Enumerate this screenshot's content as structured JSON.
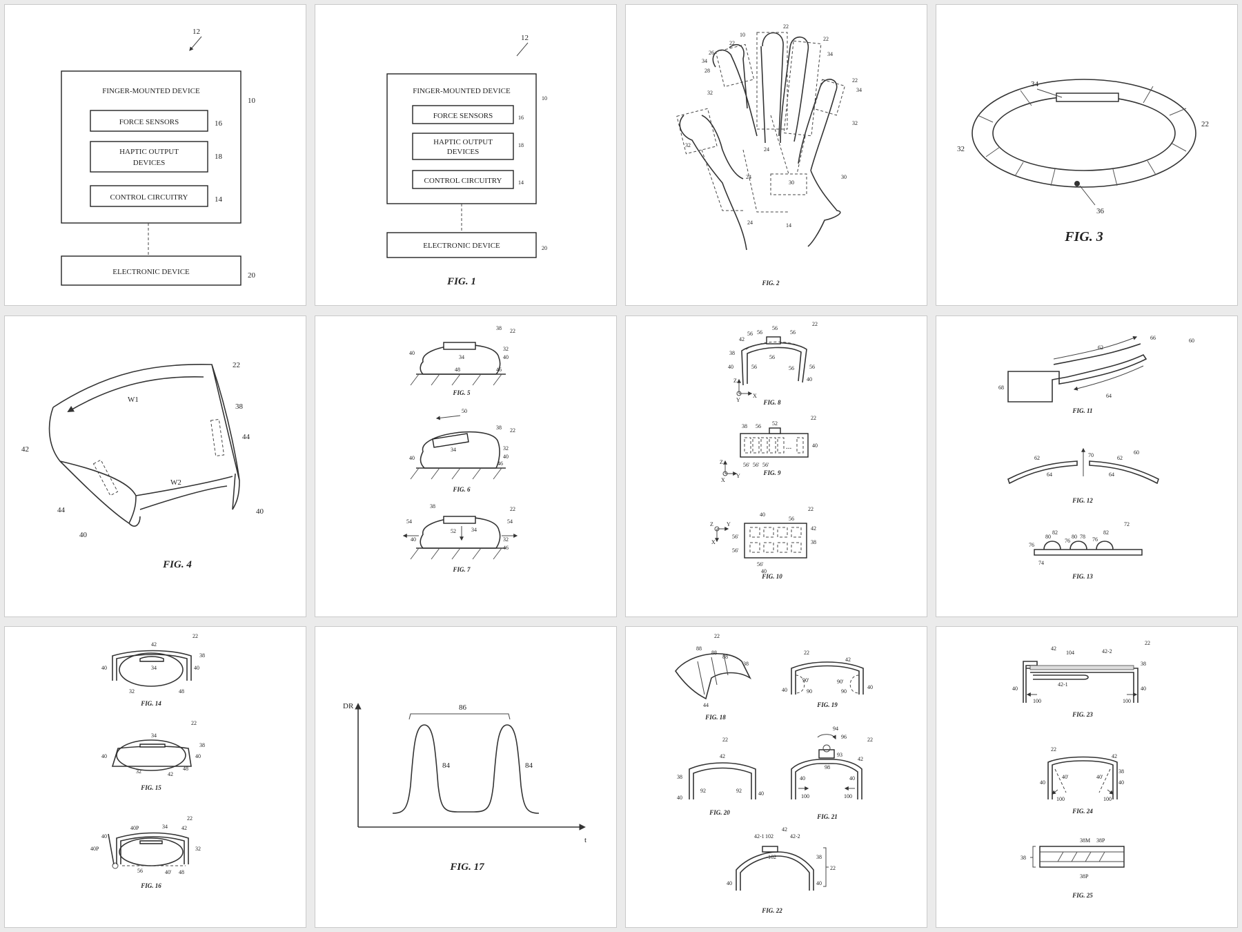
{
  "fig1a": {
    "ref": "12",
    "device": "FINGER-MOUNTED DEVICE",
    "device_ref": "10",
    "force": "FORCE SENSORS",
    "force_ref": "16",
    "haptic1": "HAPTIC OUTPUT",
    "haptic2": "DEVICES",
    "haptic_ref": "18",
    "control": "CONTROL CIRCUITRY",
    "control_ref": "14",
    "electronic": "ELECTRONIC DEVICE",
    "electronic_ref": "20"
  },
  "fig1": {
    "ref": "12",
    "device": "FINGER-MOUNTED DEVICE",
    "device_ref": "10",
    "force": "FORCE SENSORS",
    "force_ref": "16",
    "haptic1": "HAPTIC OUTPUT",
    "haptic2": "DEVICES",
    "haptic_ref": "18",
    "control": "CONTROL CIRCUITRY",
    "control_ref": "14",
    "electronic": "ELECTRONIC DEVICE",
    "electronic_ref": "20",
    "caption": "FIG. 1"
  },
  "fig2": {
    "caption": "FIG. 2",
    "r10": "10",
    "r22": "22",
    "r26": "26",
    "r28": "28",
    "r34": "34",
    "r32": "32",
    "r24": "24",
    "r30": "30",
    "r14": "14"
  },
  "fig3": {
    "caption": "FIG. 3",
    "r34": "34",
    "r22": "22",
    "r32": "32",
    "r36": "36"
  },
  "fig4": {
    "caption": "FIG. 4",
    "r22": "22",
    "r38": "38",
    "w1": "W1",
    "w2": "W2",
    "r42": "42",
    "r44": "44",
    "r40": "40"
  },
  "fig5": {
    "caption": "FIG. 5",
    "r38": "38",
    "r22": "22",
    "r34": "34",
    "r32": "32",
    "r40": "40",
    "r48": "48",
    "r46": "46"
  },
  "fig6": {
    "caption": "FIG. 6",
    "r50": "50",
    "r38": "38",
    "r22": "22",
    "r34": "34",
    "r32": "32",
    "r40": "40",
    "r46": "46"
  },
  "fig7": {
    "caption": "FIG. 7",
    "r38": "38",
    "r22": "22",
    "r54": "54",
    "r52": "52",
    "r34": "34",
    "r40": "40",
    "r32": "32",
    "r46": "46"
  },
  "fig8": {
    "caption": "FIG. 8",
    "r22": "22",
    "r56": "56",
    "r42": "42",
    "r38": "38",
    "r40": "40",
    "z": "Z",
    "x": "X",
    "y": "Y"
  },
  "fig9": {
    "caption": "FIG. 9",
    "r22": "22",
    "r52": "52",
    "r38": "38",
    "r56": "56",
    "r40": "40",
    "r56p": "56'",
    "z": "Z",
    "x": "X",
    "y": "Y",
    "ellipsis": "..."
  },
  "fig10": {
    "caption": "FIG. 10",
    "r40": "40",
    "r22": "22",
    "r56": "56",
    "r42": "42",
    "r38": "38",
    "r56p": "56'",
    "z": "Z",
    "x": "X",
    "y": "Y"
  },
  "fig11": {
    "caption": "FIG. 11",
    "r62": "62",
    "r66": "66",
    "r60": "60",
    "r68": "68",
    "r64": "64"
  },
  "fig12": {
    "caption": "FIG. 12",
    "r62": "62",
    "r70": "70",
    "r60": "60",
    "r64": "64"
  },
  "fig13": {
    "caption": "FIG. 13",
    "r82": "82",
    "r80": "80",
    "r78": "78",
    "r76": "76",
    "r72": "72",
    "r74": "74"
  },
  "fig14": {
    "caption": "FIG. 14",
    "r22": "22",
    "r42": "42",
    "r38": "38",
    "r34": "34",
    "r40": "40",
    "r32": "32",
    "r48": "48"
  },
  "fig15": {
    "caption": "FIG. 15",
    "r22": "22",
    "r34": "34",
    "r38": "38",
    "r40": "40",
    "r32": "32",
    "r42": "42",
    "r48": "48"
  },
  "fig16": {
    "caption": "FIG. 16",
    "r22": "22",
    "r40p": "40P",
    "r34": "34",
    "r42": "42",
    "r40": "40",
    "r32": "32",
    "r56": "56",
    "r40p2": "40'",
    "r48": "48"
  },
  "fig17": {
    "caption": "FIG. 17",
    "ylabel": "DR",
    "xlabel": "t",
    "r86": "86",
    "r84": "84"
  },
  "fig18": {
    "caption": "FIG. 18",
    "r22": "22",
    "r88": "88",
    "r38": "38",
    "r44": "44"
  },
  "fig19": {
    "caption": "FIG. 19",
    "r22": "22",
    "r42": "42",
    "r90p": "90'",
    "r90": "90",
    "r40": "40"
  },
  "fig20": {
    "caption": "FIG. 20",
    "r22": "22",
    "r42": "42",
    "r38": "38",
    "r92": "92",
    "r40": "40"
  },
  "fig21": {
    "caption": "FIG. 21",
    "r94": "94",
    "r96": "96",
    "r22": "22",
    "r93": "93",
    "r98": "98",
    "r42": "42",
    "r40": "40",
    "r100": "100"
  },
  "fig22": {
    "caption": "FIG. 22",
    "r22": "22",
    "r42": "42",
    "r42_1": "42-1",
    "r102": "102",
    "r42_2": "42-2",
    "r38": "38",
    "r40": "40"
  },
  "fig23": {
    "caption": "FIG. 23",
    "r22": "22",
    "r42": "42",
    "r104": "104",
    "r42_2": "42-2",
    "r38": "38",
    "r42_1": "42-1",
    "r40": "40",
    "r100": "100"
  },
  "fig24": {
    "caption": "FIG. 24",
    "r22": "22",
    "r42": "42",
    "r38": "38",
    "r40": "40",
    "r40p": "40'",
    "r100": "100"
  },
  "fig25": {
    "caption": "FIG. 25",
    "r38m": "38M",
    "r38p": "38P",
    "r38": "38"
  }
}
